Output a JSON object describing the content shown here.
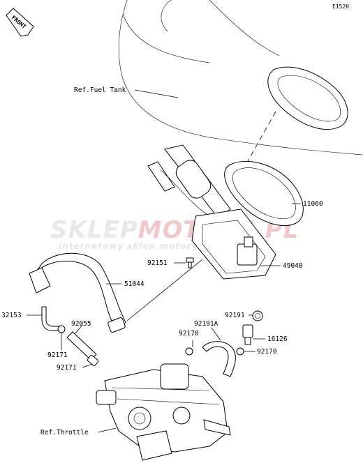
{
  "diagram_code": "E1520",
  "orientation_badge": "FRONT",
  "watermark": {
    "brand_part1": "SKLEP",
    "brand_part2": "MOTO",
    "brand_part3": "24.PL",
    "tagline": "internetowy sklep motocyklowy"
  },
  "labels": [
    {
      "id": "ref-fuel-tank",
      "text": "Ref.Fuel Tank"
    },
    {
      "id": "11060",
      "text": "11060"
    },
    {
      "id": "49040",
      "text": "49040"
    },
    {
      "id": "92151",
      "text": "92151"
    },
    {
      "id": "51044",
      "text": "51044"
    },
    {
      "id": "32153",
      "text": "32153"
    },
    {
      "id": "92055",
      "text": "92055"
    },
    {
      "id": "92191",
      "text": "92191"
    },
    {
      "id": "92191A",
      "text": "92191A"
    },
    {
      "id": "92171a",
      "text": "92171"
    },
    {
      "id": "92170a",
      "text": "92170"
    },
    {
      "id": "16126",
      "text": "16126"
    },
    {
      "id": "92170b",
      "text": "92170"
    },
    {
      "id": "92171b",
      "text": "92171"
    },
    {
      "id": "ref-throttle",
      "text": "Ref.Throttle"
    }
  ]
}
